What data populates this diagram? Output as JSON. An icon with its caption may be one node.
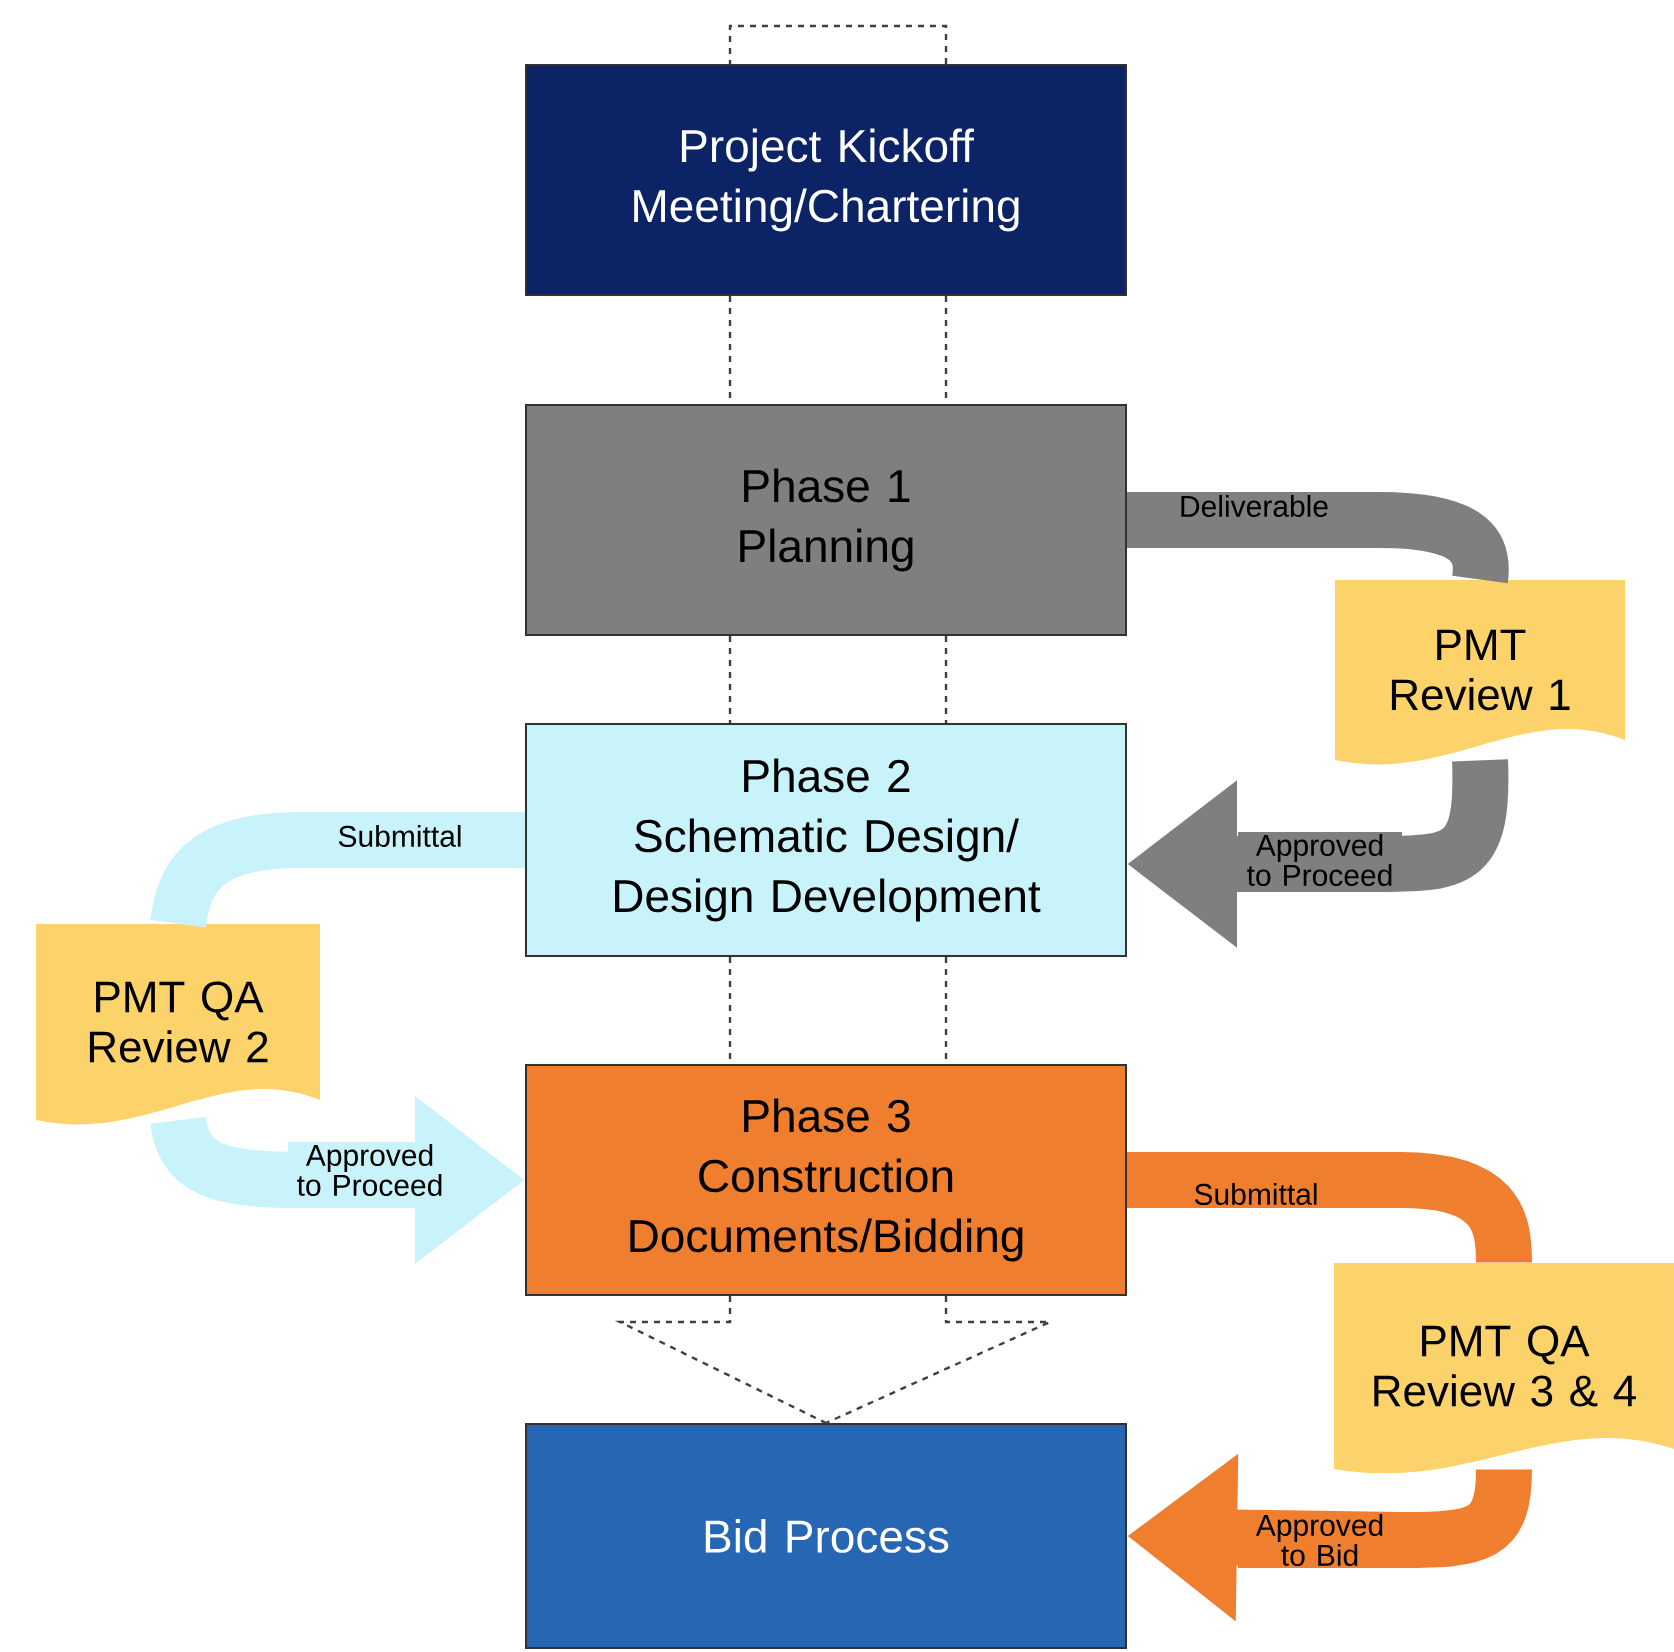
{
  "diagram": {
    "nodes": [
      {
        "text": [
          "Project Kickoff Meeting/Chartering"
        ]
      },
      {
        "text": [
          "Phase 1",
          "Planning"
        ]
      },
      {
        "text": [
          "Phase 2",
          "Schematic Design/ Design Development"
        ]
      },
      {
        "text": [
          "Phase 3",
          "Construction Documents/Bidding"
        ]
      },
      {
        "text": [
          "Bid Process"
        ]
      },
      {
        "text": [
          "PMT Review 1"
        ]
      },
      {
        "text": [
          "PMT QA Review 2"
        ]
      },
      {
        "text": [
          "PMT QA Review 3 & 4"
        ]
      }
    ],
    "edges": [
      {
        "from": 0,
        "to": 1,
        "arrow": "none",
        "style": "dashed",
        "color": "#404040"
      },
      {
        "from": 1,
        "to": 2,
        "arrow": "none",
        "style": "dashed",
        "color": "#404040"
      },
      {
        "from": 2,
        "to": 3,
        "arrow": "none",
        "style": "dashed",
        "color": "#404040"
      },
      {
        "from": 3,
        "to": 4,
        "arrow": "none",
        "style": "dashed",
        "color": "#404040"
      },
      {
        "from": 1,
        "to": 5,
        "arrow": "none",
        "label": "Deliverable",
        "color": "#7f7f7f"
      },
      {
        "from": 5,
        "to": 2,
        "arrow": "to",
        "label": "Approved to Proceed",
        "color": "#7f7f7f"
      },
      {
        "from": 2,
        "to": 6,
        "arrow": "none",
        "label": "Submittal",
        "color": "#c9f3fb"
      },
      {
        "from": 6,
        "to": 3,
        "arrow": "to",
        "label": "Approved to Proceed",
        "color": "#c9f3fb"
      },
      {
        "from": 3,
        "to": 7,
        "arrow": "none",
        "label": "Submittal",
        "color": "#ef7f2e"
      },
      {
        "from": 7,
        "to": 4,
        "arrow": "to",
        "label": "Approved to Bid",
        "color": "#ef7f2e"
      }
    ]
  }
}
